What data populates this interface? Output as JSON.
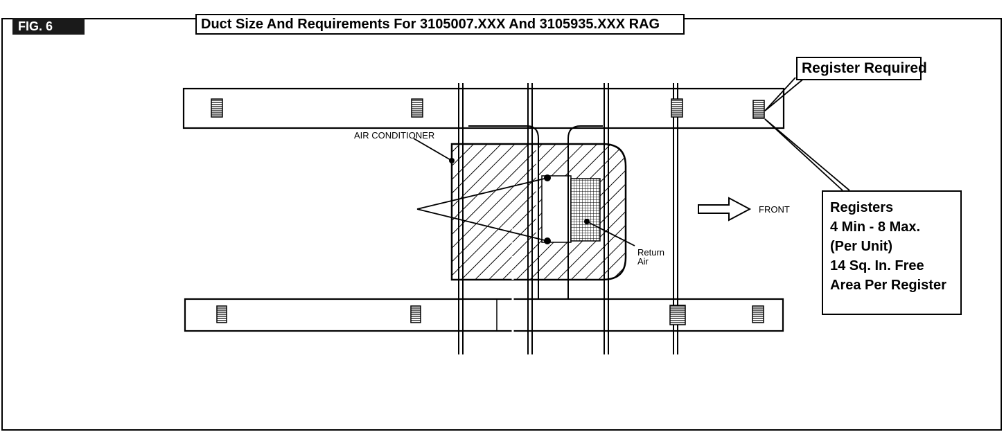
{
  "figure": {
    "label": "FIG. 6",
    "title": "Duct Size And Requirements For 3105007.XXX And 3105935.XXX RAG"
  },
  "diagram": {
    "air_conditioner_label": "AIR CONDITIONER",
    "return_air_label_line1": "Return",
    "return_air_label_line2": "Air",
    "front_label": "FRONT"
  },
  "callouts": {
    "register_required": "Register Required",
    "registers": {
      "line1": "Registers",
      "line2": "4 Min - 8 Max.",
      "line3": "(Per Unit)",
      "line4": "14 Sq. In. Free",
      "line5": "Area Per Register"
    }
  },
  "colors": {
    "ink": "#000000",
    "background": "#ffffff",
    "label_fill": "#1a1a1a"
  }
}
